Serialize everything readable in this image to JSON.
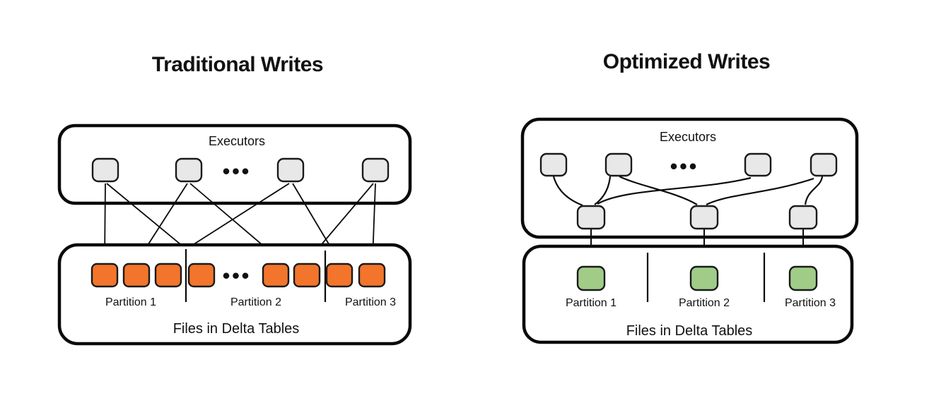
{
  "colors": {
    "orange_file": "#F2752B",
    "green_file": "#A0CC88",
    "node_gray": "#E8E8E8",
    "line_black": "#0a0a0a",
    "background": "#FFFFFF"
  },
  "left_diagram": {
    "title": "Traditional Writes",
    "executors_label": "Executors",
    "ellipsis": "•••",
    "files_label": "Files in Delta Tables",
    "partition_labels": [
      "Partition 1",
      "Partition 2",
      "Partition 3"
    ]
  },
  "right_diagram": {
    "title": "Optimized Writes",
    "executors_label": "Executors",
    "ellipsis": "•••",
    "files_label": "Files in Delta Tables",
    "partition_labels": [
      "Partition 1",
      "Partition 2",
      "Partition 3"
    ]
  }
}
